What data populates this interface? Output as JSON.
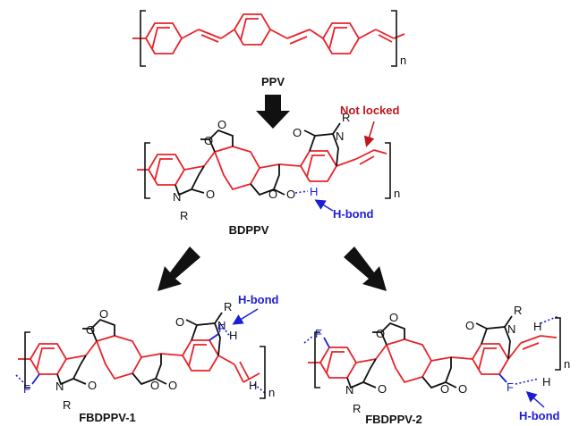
{
  "diagram": {
    "structures": {
      "ppv": {
        "name": "PPV",
        "subscript": "n"
      },
      "bdppv": {
        "name": "BDPPV",
        "subscript": "n"
      },
      "fbdppv1": {
        "name": "FBDPPV-1",
        "subscript": "n"
      },
      "fbdppv2": {
        "name": "FBDPPV-2",
        "subscript": "n"
      }
    },
    "atoms": {
      "O": "O",
      "N": "N",
      "R": "R",
      "H": "H",
      "F": "F"
    },
    "annotations": {
      "not_locked": "Not locked",
      "h_bond": "H-bond"
    },
    "colors": {
      "backbone": "#e8232a",
      "substituent": "#111111",
      "hbond": "#1c1cd6",
      "not_locked": "#c0161c",
      "arrow": "#111111"
    }
  }
}
